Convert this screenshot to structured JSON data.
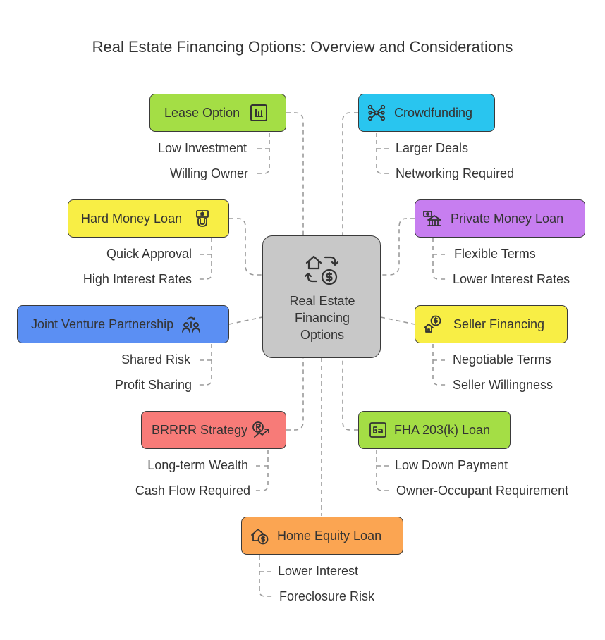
{
  "title": "Real Estate Financing Options: Overview and Considerations",
  "center": {
    "label_lines": [
      "Real Estate",
      "Financing",
      "Options"
    ],
    "icon": "house-exchange-dollar-icon",
    "color": "#c8c8c8"
  },
  "options": {
    "lease": {
      "label": "Lease Option",
      "color": "#a4de45",
      "icon": "chart-frame-icon",
      "points": [
        "Low Investment",
        "Willing Owner"
      ]
    },
    "crowdfunding": {
      "label": "Crowdfunding",
      "color": "#29c5ef",
      "icon": "network-nodes-icon",
      "points": [
        "Larger Deals",
        "Networking Required"
      ]
    },
    "hard_money": {
      "label": "Hard Money Loan",
      "color": "#f8ee45",
      "icon": "money-magnet-icon",
      "points": [
        "Quick Approval",
        "High Interest Rates"
      ]
    },
    "private_money": {
      "label": "Private Money Loan",
      "color": "#c77ef0",
      "icon": "bank-cash-icon",
      "points": [
        "Flexible Terms",
        "Lower Interest Rates"
      ]
    },
    "joint_venture": {
      "label": "Joint Venture Partnership",
      "color": "#5b8ff3",
      "icon": "partners-dollar-icon",
      "points": [
        "Shared Risk",
        "Profit Sharing"
      ]
    },
    "seller": {
      "label": "Seller Financing",
      "color": "#f8ee45",
      "icon": "house-dollar-hand-icon",
      "points": [
        "Negotiable Terms",
        "Seller Willingness"
      ]
    },
    "brrrr": {
      "label": "BRRRR Strategy",
      "color": "#f77b78",
      "icon": "rupee-growth-icon",
      "points": [
        "Long-term Wealth",
        "Cash Flow Required"
      ]
    },
    "fha": {
      "label": "FHA 203(k) Loan",
      "color": "#a4de45",
      "icon": "ga-document-icon",
      "points": [
        "Low Down Payment",
        "Owner-Occupant Requirement"
      ]
    },
    "home_equity": {
      "label": "Home Equity Loan",
      "color": "#fba552",
      "icon": "house-coin-icon",
      "points": [
        "Lower Interest",
        "Foreclosure Risk"
      ]
    }
  }
}
